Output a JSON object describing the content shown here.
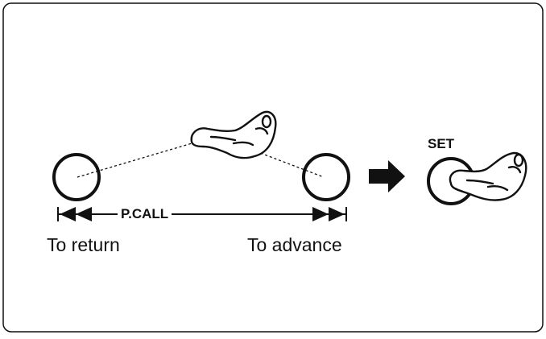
{
  "labels": {
    "pcall": "P.CALL",
    "set": "SET",
    "return_caption": "To return",
    "advance_caption": "To advance"
  },
  "icons": {
    "skip_back": "skip-back-icon",
    "skip_forward": "skip-forward-icon",
    "arrow": "right-arrow-icon",
    "hand": "pointing-hand-icon"
  },
  "colors": {
    "stroke": "#111111",
    "background": "#ffffff"
  }
}
